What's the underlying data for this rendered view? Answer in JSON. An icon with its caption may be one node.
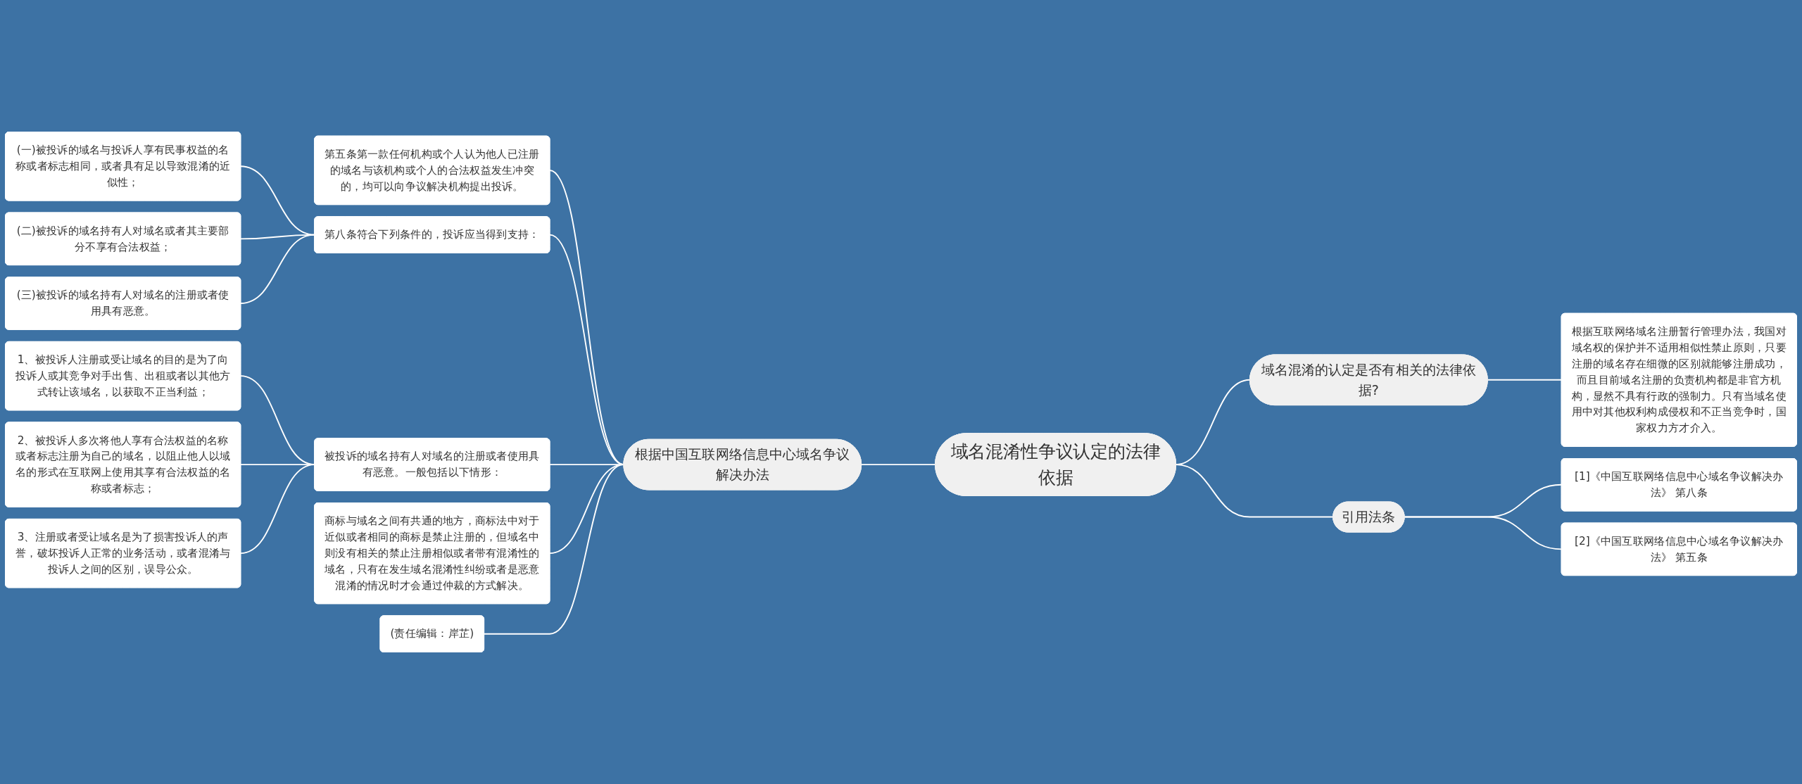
{
  "diagram": {
    "nodes": [
      {
        "text": [
          "域名混淆性争议认定的法律依据"
        ]
      },
      {
        "text": [
          "根据中国互联网络信息中心域名争议解决办法"
        ]
      },
      {
        "text": [
          "第五条第一款任何机构或个人认为他人已注册的域名与该机构或个人的合法权益发生冲突的，均可以向争议解决机构提出投诉。"
        ]
      },
      {
        "text": [
          "第八条符合下列条件的，投诉应当得到支持："
        ]
      },
      {
        "text": [
          "(一)被投诉的域名与投诉人享有民事权益的名称或者标志相同，或者具有足以导致混淆的近似性；"
        ]
      },
      {
        "text": [
          "(二)被投诉的域名持有人对域名或者其主要部分不享有合法权益；"
        ]
      },
      {
        "text": [
          "(三)被投诉的域名持有人对域名的注册或者使用具有恶意。"
        ]
      },
      {
        "text": [
          "被投诉的域名持有人对域名的注册或者使用具有恶意。一般包括以下情形："
        ]
      },
      {
        "text": [
          "1、被投诉人注册或受让域名的目的是为了向投诉人或其竞争对手出售、出租或者以其他方式转让该域名，以获取不正当利益；"
        ]
      },
      {
        "text": [
          "2、被投诉人多次将他人享有合法权益的名称或者标志注册为自己的域名，以阻止他人以域名的形式在互联网上使用其享有合法权益的名称或者标志；"
        ]
      },
      {
        "text": [
          "3、注册或者受让域名是为了损害投诉人的声誉，破坏投诉人正常的业务活动，或者混淆与投诉人之间的区别，误导公众。"
        ]
      },
      {
        "text": [
          "商标与域名之间有共通的地方，商标法中对于近似或者相同的商标是禁止注册的，但域名中则没有相关的禁止注册相似或者带有混淆性的域名，只有在发生域名混淆性纠纷或者是恶意混淆的情况时才会通过仲裁的方式解决。"
        ]
      },
      {
        "text": [
          "(责任编辑：岸芷)"
        ]
      },
      {
        "text": [
          "域名混淆的认定是否有相关的法律依据?"
        ]
      },
      {
        "text": [
          "根据互联网络域名注册暂行管理办法，我国对域名权的保护并不适用相似性禁止原则，只要注册的域名存在细微的区别就能够注册成功，而且目前域名注册的负责机构都是非官方机构，显然不具有行政的强制力。只有当域名使用中对其他权利构成侵权和不正当竞争时，国家权力方才介入。"
        ]
      },
      {
        "text": [
          "引用法条"
        ]
      },
      {
        "text": [
          "[1]《中国互联网络信息中心域名争议解决办法》 第八条"
        ]
      },
      {
        "text": [
          "[2]《中国互联网络信息中心域名争议解决办法》 第五条"
        ]
      }
    ],
    "edges": [
      {
        "from": 0,
        "to": 1,
        "arrow": "none"
      },
      {
        "from": 1,
        "to": 2,
        "arrow": "none"
      },
      {
        "from": 1,
        "to": 3,
        "arrow": "none"
      },
      {
        "from": 3,
        "to": 4,
        "arrow": "none"
      },
      {
        "from": 3,
        "to": 5,
        "arrow": "none"
      },
      {
        "from": 3,
        "to": 6,
        "arrow": "none"
      },
      {
        "from": 1,
        "to": 7,
        "arrow": "none"
      },
      {
        "from": 7,
        "to": 8,
        "arrow": "none"
      },
      {
        "from": 7,
        "to": 9,
        "arrow": "none"
      },
      {
        "from": 7,
        "to": 10,
        "arrow": "none"
      },
      {
        "from": 1,
        "to": 11,
        "arrow": "none"
      },
      {
        "from": 1,
        "to": 12,
        "arrow": "none"
      },
      {
        "from": 0,
        "to": 13,
        "arrow": "none"
      },
      {
        "from": 13,
        "to": 14,
        "arrow": "none"
      },
      {
        "from": 0,
        "to": 15,
        "arrow": "none"
      },
      {
        "from": 15,
        "to": 16,
        "arrow": "none"
      },
      {
        "from": 15,
        "to": 17,
        "arrow": "none"
      }
    ]
  }
}
